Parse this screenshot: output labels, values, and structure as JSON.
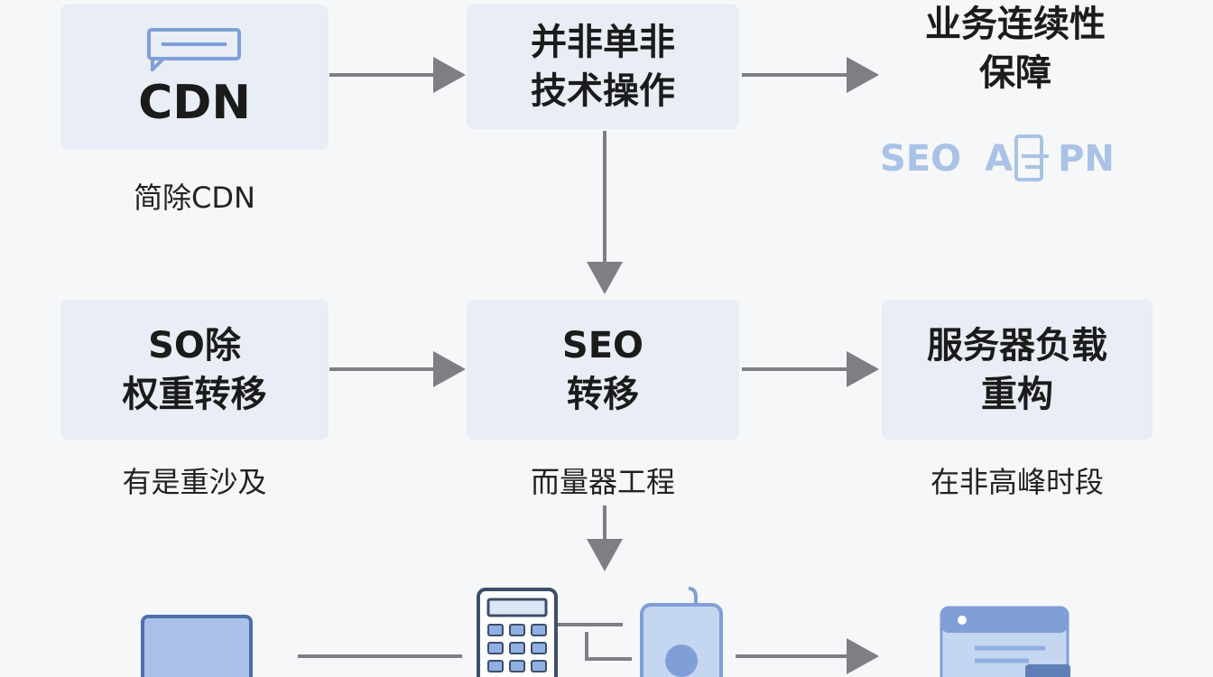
{
  "nodes": {
    "cdn": {
      "title": "CDN",
      "caption": "简除CDN"
    },
    "non_tech": {
      "title_lines": [
        "并非单非",
        "技术操作"
      ]
    },
    "continuity": {
      "title_lines": [
        "业务连续性",
        "保障"
      ],
      "tags": [
        "SEO",
        "A",
        "PN"
      ]
    },
    "so_weight": {
      "title_lines": [
        "SO除",
        "权重转移"
      ],
      "caption": "有是重沙及"
    },
    "seo_move": {
      "title_lines": [
        "SEO",
        "转移"
      ],
      "caption": "而量器工程"
    },
    "server_load": {
      "title_lines": [
        "服务器负载",
        "重构"
      ],
      "caption": "在非高峰时段"
    }
  },
  "icons": [
    "chat-bubble-icon",
    "device-icon",
    "calculator-icon",
    "tablet-icon",
    "browser-window-icon"
  ],
  "colors": {
    "box": "#e8edf6",
    "arrow": "#7d7f84",
    "icon": "#7f9fd6",
    "tag": "#a9c2e6"
  }
}
